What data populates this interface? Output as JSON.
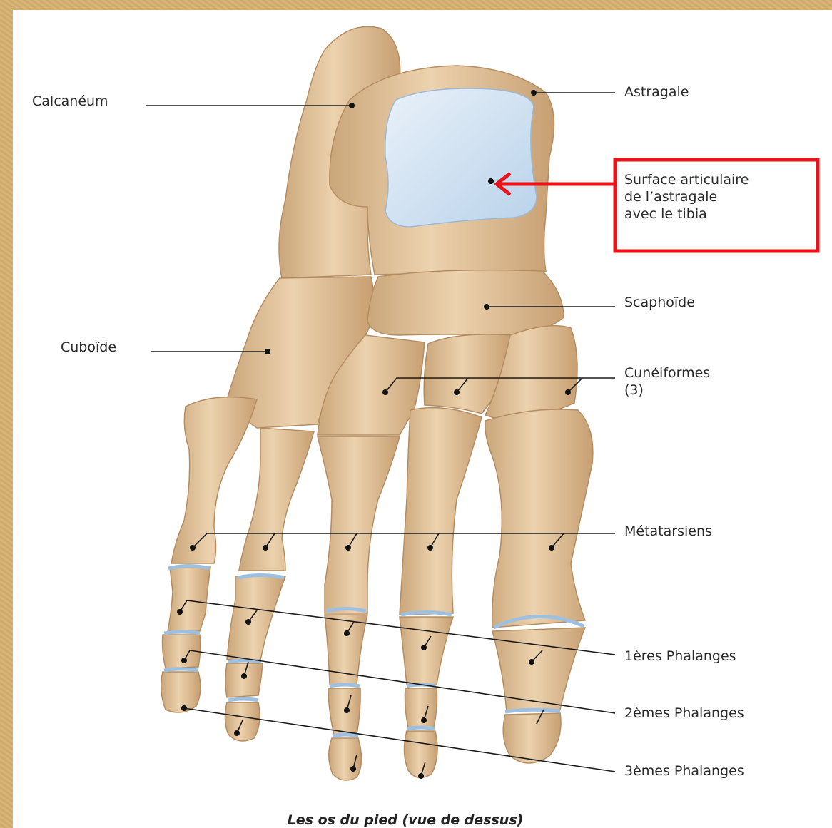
{
  "labels": {
    "calcaneum": "Calcanéum",
    "astragale": "Astragale",
    "surface_line1": "Surface articulaire",
    "surface_line2": "de l’astragale",
    "surface_line3": "avec le tibia",
    "scaphoide": "Scaphoïde",
    "cuboide": "Cuboïde",
    "cuneiformes_line1": "Cunéiformes",
    "cuneiformes_line2": "(3)",
    "metatarsiens": "Métatarsiens",
    "phal1": "1ères Phalanges",
    "phal2": "2èmes Phalanges",
    "phal3": "3èmes Phalanges"
  },
  "caption": "Les os du pied (vue de dessus)",
  "colors": {
    "frame": "#d6b270",
    "bone": "#e6c9a2",
    "bone_shadow": "#c9a57a",
    "cartilage": "#c9def0",
    "highlight_box": "#e8141a",
    "leader": "#1a1a1a"
  }
}
